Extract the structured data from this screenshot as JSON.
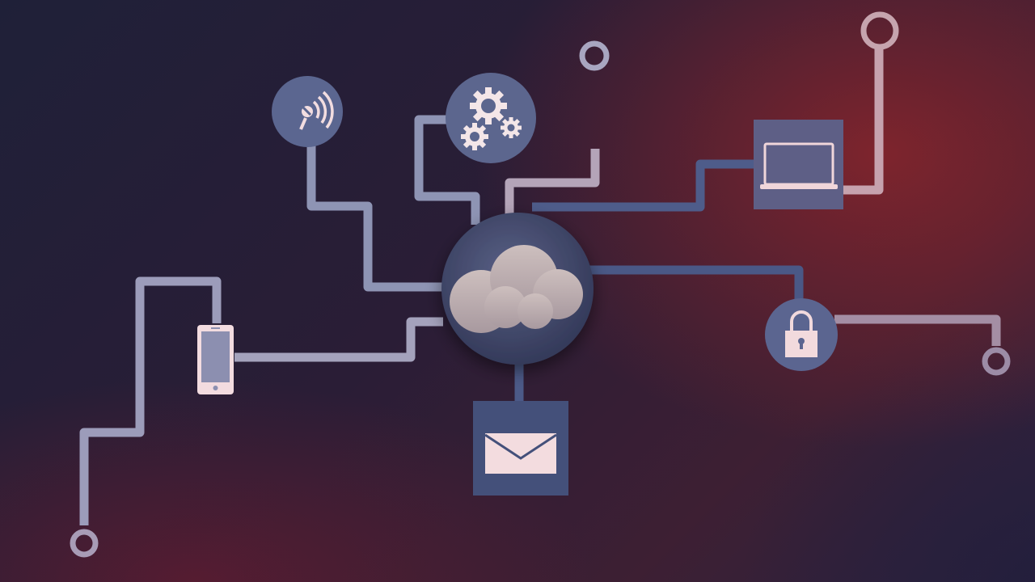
{
  "diagram": {
    "colors": {
      "trace_light": "#9a9ab8",
      "trace_blue": "#4b5a86",
      "trace_pink": "#c2a4b0",
      "node_fill": "#56608a",
      "hub_fill": "#3e4668",
      "glyph_light": "#f2d9dc",
      "cloud": "#bfb2b5"
    },
    "hub": {
      "name": "cloud",
      "icon": "cloud-icon"
    },
    "nodes": [
      {
        "name": "wifi",
        "icon": "wifi-signal-icon",
        "shape": "circle"
      },
      {
        "name": "settings",
        "icon": "gears-icon",
        "shape": "circle"
      },
      {
        "name": "laptop",
        "icon": "laptop-icon",
        "shape": "square"
      },
      {
        "name": "smartphone",
        "icon": "smartphone-icon",
        "shape": "square"
      },
      {
        "name": "security",
        "icon": "padlock-icon",
        "shape": "circle"
      },
      {
        "name": "email",
        "icon": "envelope-icon",
        "shape": "square"
      }
    ]
  }
}
